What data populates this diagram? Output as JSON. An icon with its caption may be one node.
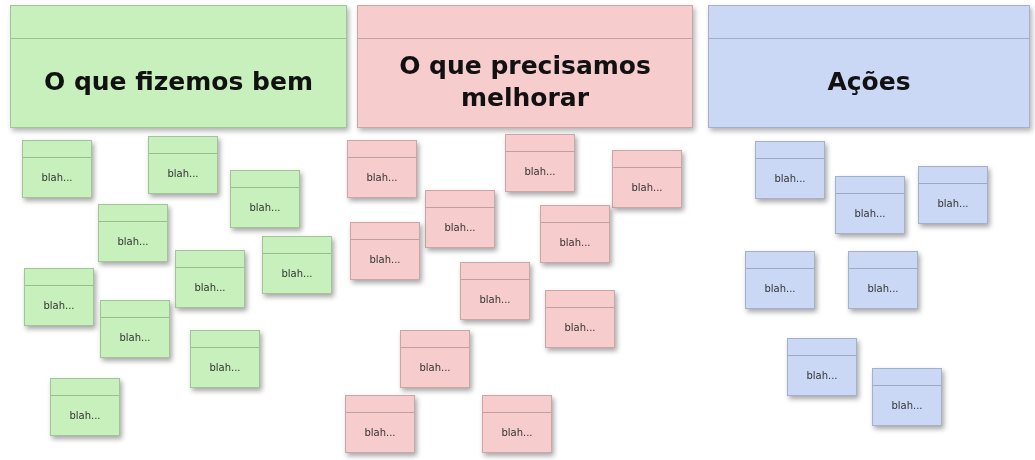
{
  "diagram": {
    "nodes": [
      {
        "text": [
          "O que fizemos bem"
        ]
      },
      {
        "text": [
          "O que precisamos melhorar"
        ]
      },
      {
        "text": [
          "Ações"
        ]
      },
      {
        "text": [
          "blah..."
        ]
      },
      {
        "text": [
          "blah..."
        ]
      },
      {
        "text": [
          "blah..."
        ]
      },
      {
        "text": [
          "blah..."
        ]
      },
      {
        "text": [
          "blah..."
        ]
      },
      {
        "text": [
          "blah..."
        ]
      },
      {
        "text": [
          "blah..."
        ]
      },
      {
        "text": [
          "blah..."
        ]
      },
      {
        "text": [
          "blah..."
        ]
      },
      {
        "text": [
          "blah..."
        ]
      },
      {
        "text": [
          "blah..."
        ]
      },
      {
        "text": [
          "blah..."
        ]
      },
      {
        "text": [
          "blah..."
        ]
      },
      {
        "text": [
          "blah..."
        ]
      },
      {
        "text": [
          "blah..."
        ]
      },
      {
        "text": [
          "blah..."
        ]
      },
      {
        "text": [
          "blah..."
        ]
      },
      {
        "text": [
          "blah..."
        ]
      },
      {
        "text": [
          "blah..."
        ]
      },
      {
        "text": [
          "blah..."
        ]
      },
      {
        "text": [
          "blah..."
        ]
      },
      {
        "text": [
          "blah..."
        ]
      },
      {
        "text": [
          "blah..."
        ]
      },
      {
        "text": [
          "blah..."
        ]
      },
      {
        "text": [
          "blah..."
        ]
      },
      {
        "text": [
          "blah..."
        ]
      },
      {
        "text": [
          "blah..."
        ]
      },
      {
        "text": [
          "blah..."
        ]
      }
    ]
  }
}
